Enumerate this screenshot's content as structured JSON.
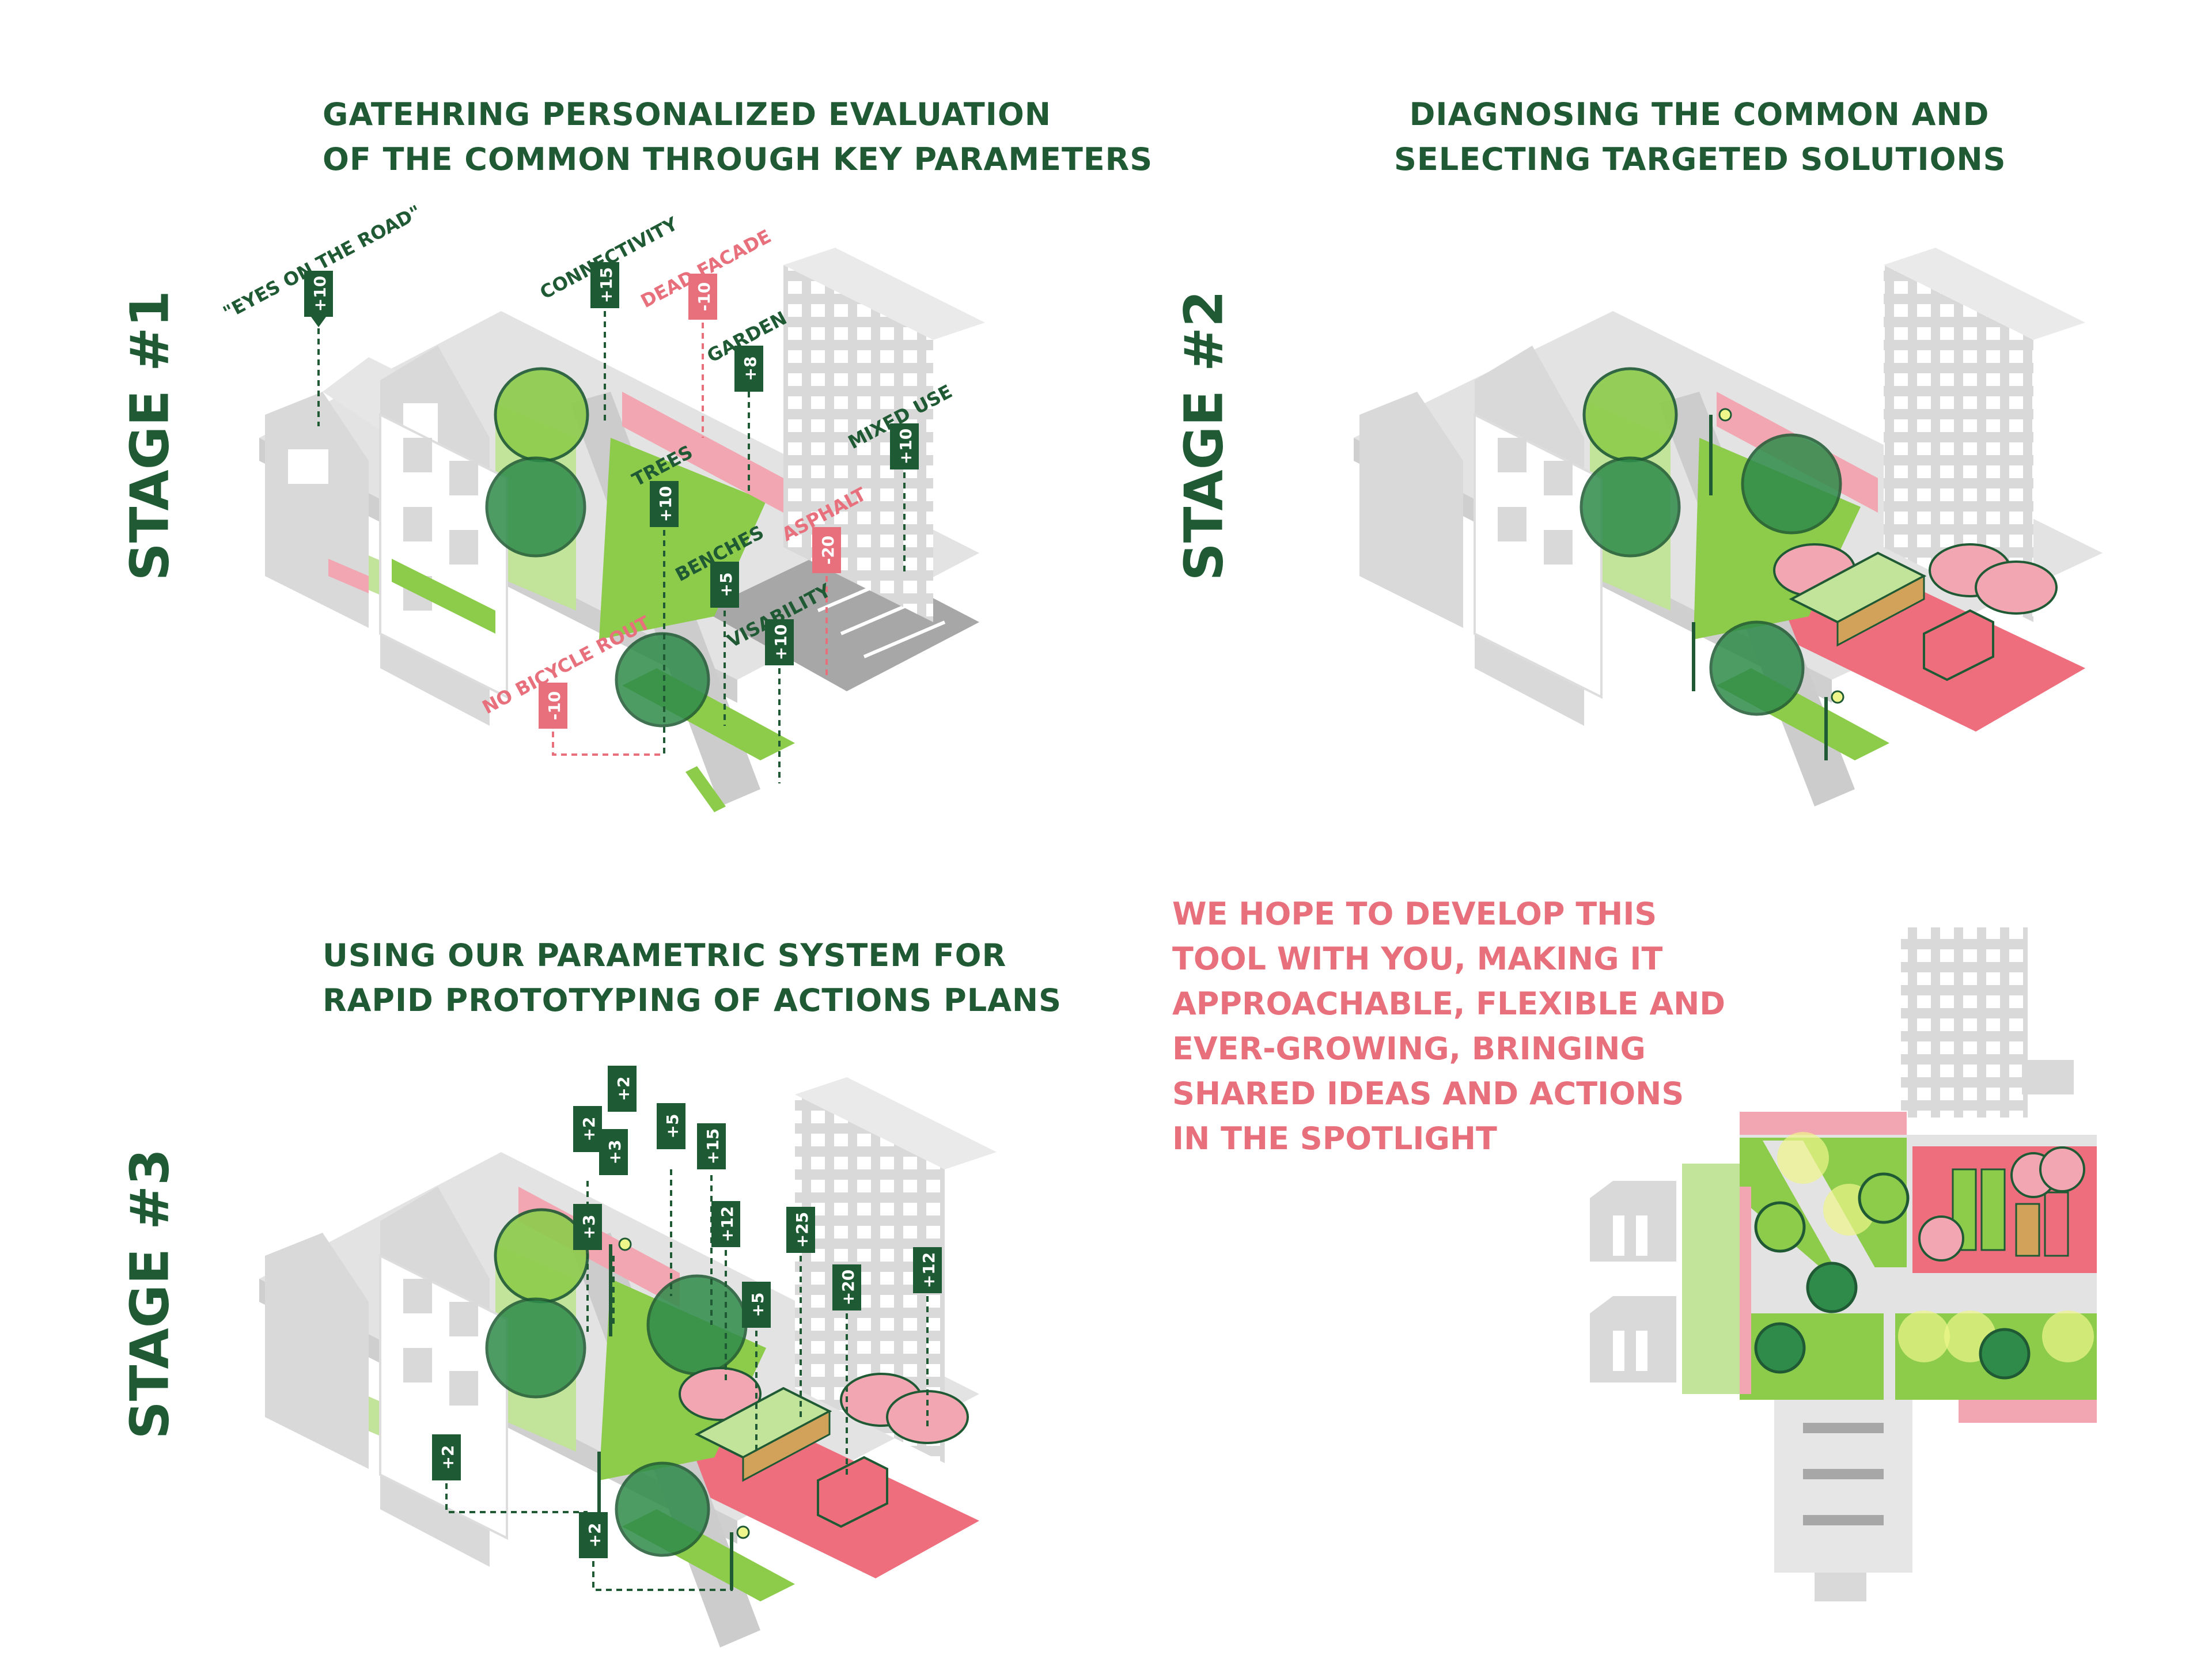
{
  "stage1": {
    "title": "STAGE #1",
    "heading": [
      "GATEHRING PERSONALIZED EVALUATION",
      "OF THE COMMON THROUGH KEY PARAMETERS"
    ],
    "parameters": [
      {
        "label": "\"EYES ON THE ROAD\"",
        "score": "+10",
        "kind": "positive"
      },
      {
        "label": "CONNECTIVITY",
        "score": "+15",
        "kind": "positive"
      },
      {
        "label": "DEAD FACADE",
        "score": "-10",
        "kind": "negative"
      },
      {
        "label": "GARDEN",
        "score": "+8",
        "kind": "positive"
      },
      {
        "label": "MIXED USE",
        "score": "+10",
        "kind": "positive"
      },
      {
        "label": "TREES",
        "score": "+10",
        "kind": "positive"
      },
      {
        "label": "BENCHES",
        "score": "+5",
        "kind": "positive"
      },
      {
        "label": "ASPHALT",
        "score": "-20",
        "kind": "negative"
      },
      {
        "label": "VISABILITY",
        "score": "+10",
        "kind": "positive"
      },
      {
        "label": "NO BICYCLE ROUT",
        "score": "-10",
        "kind": "negative"
      }
    ]
  },
  "stage2": {
    "title": "STAGE #2",
    "heading": [
      "DIAGNOSING THE COMMON AND",
      "SELECTING TARGETED SOLUTIONS"
    ]
  },
  "stage3": {
    "title": "STAGE #3",
    "heading": [
      "USING OUR PARAMETRIC SYSTEM FOR",
      "RAPID PROTOTYPING OF ACTIONS PLANS"
    ],
    "scores": [
      "+2",
      "+2",
      "+3",
      "+5",
      "+15",
      "+3",
      "+12",
      "+25",
      "+5",
      "+20",
      "+12",
      "+2",
      "+2"
    ]
  },
  "note": {
    "lines": [
      "WE HOPE TO DEVELOP THIS",
      "TOOL WITH YOU, MAKING IT",
      "APPROACHABLE, FLEXIBLE AND",
      "EVER-GROWING, BRINGING",
      "SHARED IDEAS AND ACTIONS",
      "IN THE SPOTLIGHT"
    ]
  },
  "colors": {
    "dark_green": "#1f5a34",
    "tag_green": "#1e5b34",
    "grass": "#8ccc4a",
    "light_green": "#c2e39a",
    "pink": "#f2a6b2",
    "red_area": "#ee6e7d",
    "coral_text": "#e8707c",
    "grey": "#d9d9d9",
    "asphalt": "#a7a7a7"
  }
}
